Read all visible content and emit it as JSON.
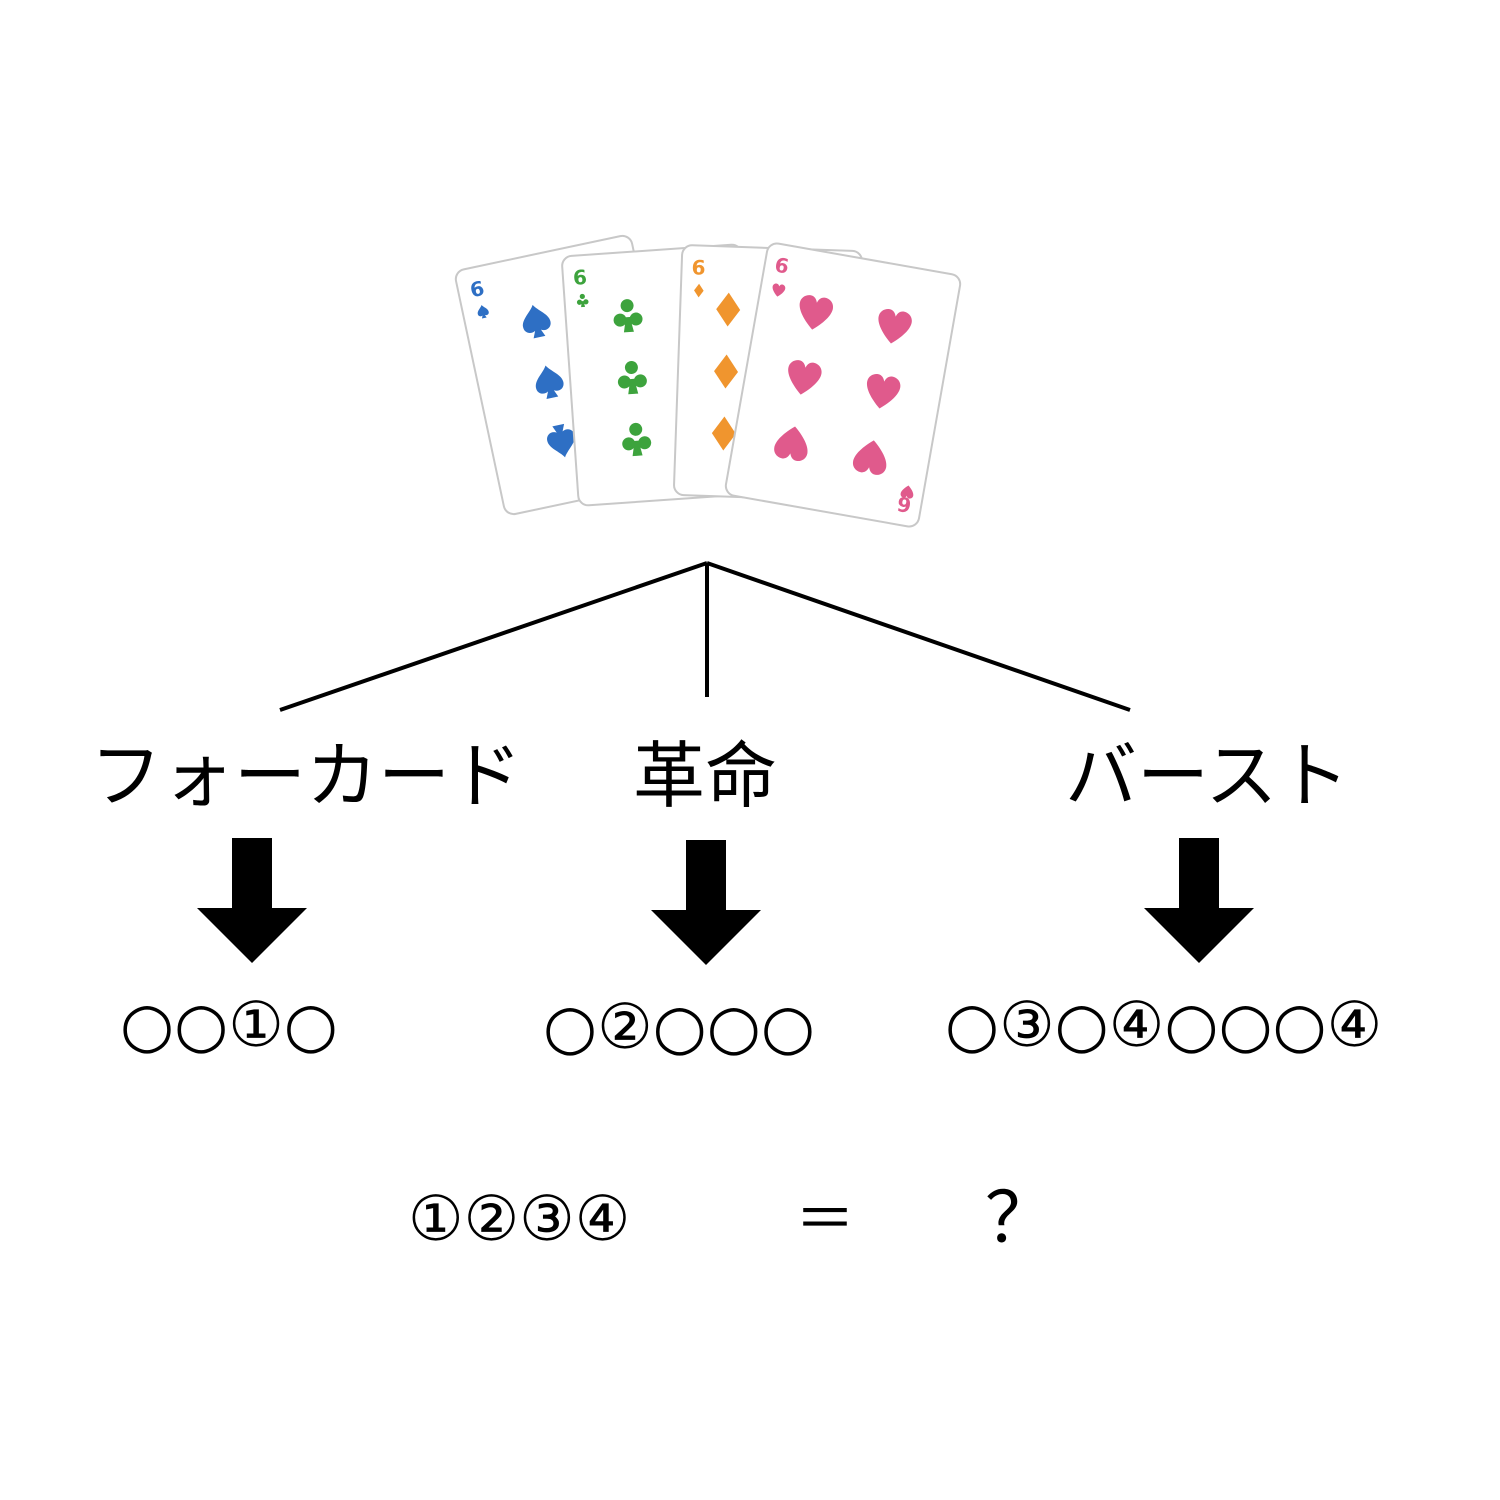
{
  "cards": [
    {
      "rank": "6",
      "suit": "spade",
      "color": "#2e6fc4"
    },
    {
      "rank": "6",
      "suit": "club",
      "color": "#3da33d"
    },
    {
      "rank": "6",
      "suit": "diamond",
      "color": "#f0952e"
    },
    {
      "rank": "6",
      "suit": "heart",
      "color": "#e05a8c"
    }
  ],
  "branches": [
    {
      "label": "フォーカード",
      "pattern": "○○①○"
    },
    {
      "label": "革命",
      "pattern": "○②○○○"
    },
    {
      "label": "バースト",
      "pattern": "○③○④○○○④"
    }
  ],
  "equation": {
    "left": "①②③④",
    "operator": "＝",
    "right": "？"
  },
  "arrow_icon": "down-arrow-icon",
  "line_color": "#000000"
}
